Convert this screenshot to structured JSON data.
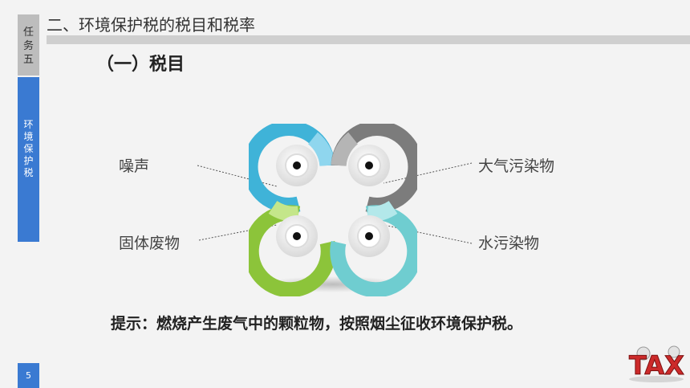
{
  "sidebar": {
    "task_label": "任\n务\n五",
    "topic_label": "环\n境\n保\n护\n税",
    "page_number": "5"
  },
  "header": {
    "title": "二、环境保护税的税目和税率"
  },
  "section": {
    "heading": "（一）税目"
  },
  "diagram": {
    "items": [
      {
        "label": "噪声",
        "color": "#3fb3d8"
      },
      {
        "label": "大气污染物",
        "color": "#7c7c7c"
      },
      {
        "label": "固体废物",
        "color": "#8cc43a"
      },
      {
        "label": "水污染物",
        "color": "#6fcdd0"
      }
    ]
  },
  "hint": {
    "text": "提示：燃烧产生废气中的颗粒物，按照烟尘征收环境保护税。"
  },
  "logo": {
    "text": "TAX"
  }
}
